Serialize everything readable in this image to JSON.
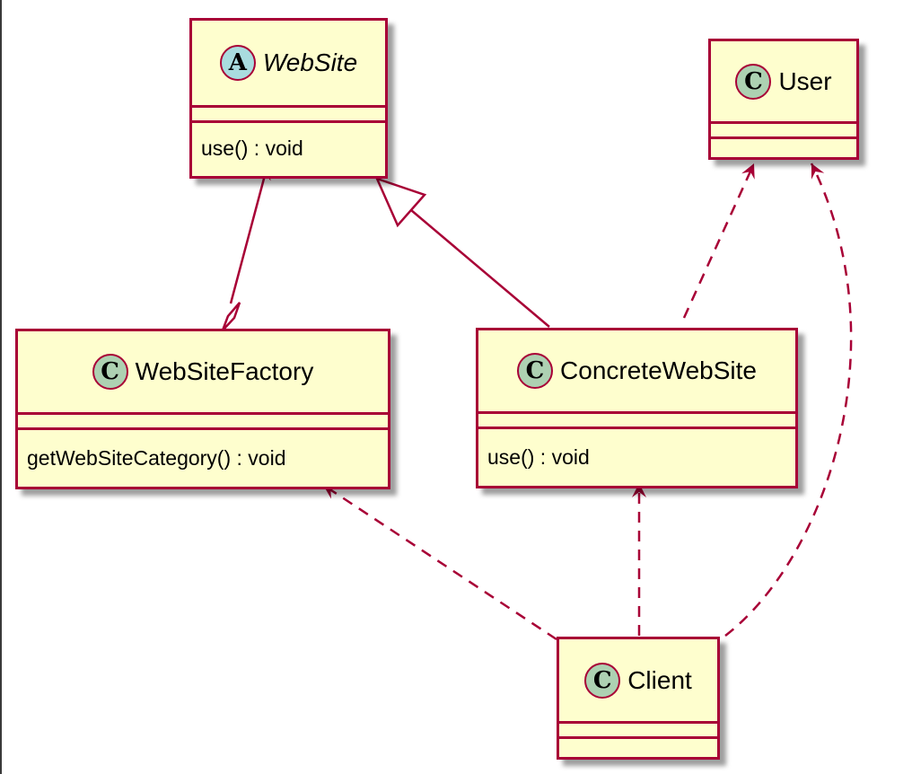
{
  "classes": {
    "website": {
      "stereotype": "A",
      "name": "WebSite",
      "methods": [
        "use() : void"
      ]
    },
    "user": {
      "stereotype": "C",
      "name": "User"
    },
    "websitefactory": {
      "stereotype": "C",
      "name": "WebSiteFactory",
      "methods": [
        "getWebSiteCategory() : void"
      ]
    },
    "concretewebsite": {
      "stereotype": "C",
      "name": "ConcreteWebSite",
      "methods": [
        "use() : void"
      ]
    },
    "client": {
      "stereotype": "C",
      "name": "Client"
    }
  },
  "relationships": [
    {
      "from": "WebSiteFactory",
      "to": "WebSite",
      "type": "aggregation"
    },
    {
      "from": "ConcreteWebSite",
      "to": "WebSite",
      "type": "inheritance"
    },
    {
      "from": "ConcreteWebSite",
      "to": "User",
      "type": "dependency"
    },
    {
      "from": "Client",
      "to": "User",
      "type": "dependency"
    },
    {
      "from": "Client",
      "to": "WebSiteFactory",
      "type": "dependency"
    },
    {
      "from": "Client",
      "to": "ConcreteWebSite",
      "type": "dependency"
    }
  ],
  "colors": {
    "border": "#a80036",
    "fill": "#fefece",
    "class_stereotype": "#add1b2",
    "abstract_stereotype": "#a9dcdf"
  }
}
